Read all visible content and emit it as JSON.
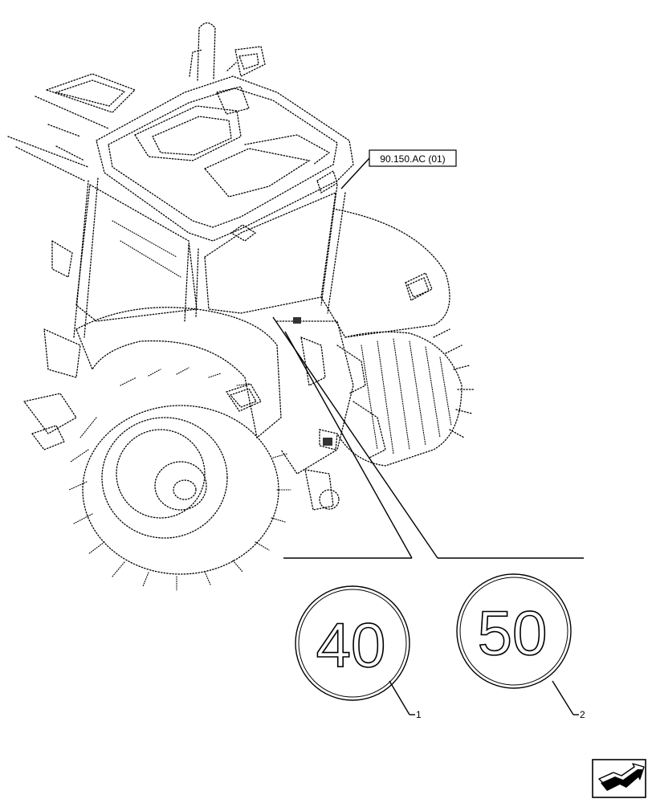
{
  "reference_label": "90.150.AC (01)",
  "decals": [
    {
      "callout": "1",
      "speed": "40"
    },
    {
      "callout": "2",
      "speed": "50"
    }
  ],
  "icons": {
    "nav": "next-page-arrow-icon",
    "tractor": "tractor-rear-view-illustration"
  }
}
